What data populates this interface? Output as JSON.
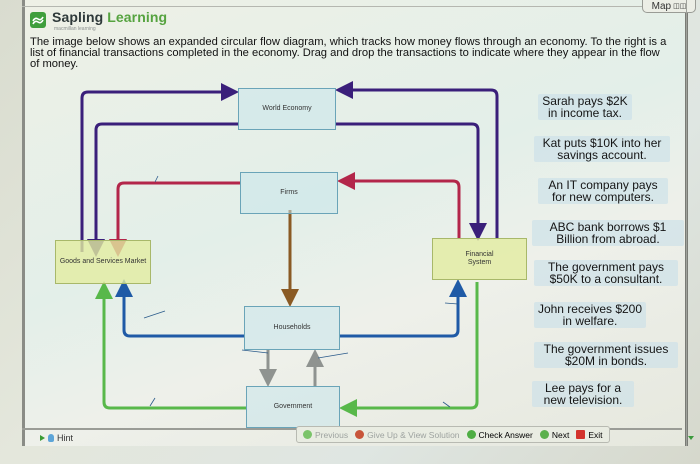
{
  "header": {
    "brand_part1": "Sapling ",
    "brand_part2": "Learning",
    "brand_sub": "macmillan learning",
    "map_label": "Map"
  },
  "question": {
    "text": "The image below shows an expanded circular flow diagram, which tracks how money flows through an economy. To the right is a list of financial transactions completed in the economy. Drag and drop the transactions to indicate where they appear in the flow of money."
  },
  "diagram": {
    "nodes": {
      "world_economy": "World Economy",
      "firms": "Firms",
      "goods_services": "Goods and Services Market",
      "financial_system": "Financial System",
      "households": "Households",
      "government": "Government"
    },
    "colors": {
      "purple": "#3a1f7a",
      "crimson": "#b3264a",
      "brown": "#8a5a24",
      "blue": "#1f5aa6",
      "green": "#58b84a",
      "gray": "#8f9390"
    }
  },
  "transactions": [
    "Sarah pays $2K in income tax.",
    "Kat puts $10K into her savings account.",
    "An IT company pays for new computers.",
    "ABC bank borrows $1 Billion from abroad.",
    "The government pays $50K to a consultant.",
    "John receives $200 in welfare.",
    "The government issues $20M in bonds.",
    "Lee pays for a new television."
  ],
  "footer": {
    "hint": "Hint",
    "previous": "Previous",
    "give_up": "Give Up & View Solution",
    "check": "Check Answer",
    "next": "Next",
    "exit": "Exit"
  }
}
